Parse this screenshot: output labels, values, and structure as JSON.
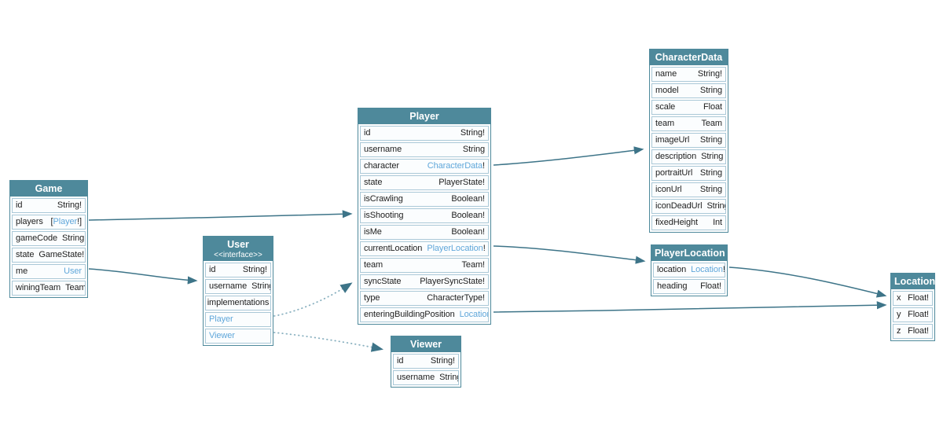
{
  "colors": {
    "header_bg": "#4e899b",
    "row_bg": "#fbfdfe",
    "row_border": "#aac8d7",
    "link_blue": "#60a7da",
    "edge_solid": "#3d7488",
    "edge_dotted": "#8ab1c0",
    "text": "#1e1e1e",
    "background": "#ffffff"
  },
  "tables": [
    {
      "title": "Game",
      "fields": [
        {
          "name": "id",
          "type": "String!"
        },
        {
          "name": "players",
          "type_pre": "[",
          "type_link": "Player",
          "type_post": "!]"
        },
        {
          "name": "gameCode",
          "type": "String!"
        },
        {
          "name": "state",
          "type": "GameState!"
        },
        {
          "name": "me",
          "type_link": "User"
        },
        {
          "name": "winingTeam",
          "type": "Team"
        }
      ]
    },
    {
      "title": "User",
      "subtitle": "<<interface>>",
      "fields": [
        {
          "name": "id",
          "type": "String!"
        },
        {
          "name": "username",
          "type": "String"
        },
        {
          "section": "implementations"
        },
        {
          "link_row": "Player"
        },
        {
          "link_row": "Viewer"
        }
      ]
    },
    {
      "title": "Player",
      "fields": [
        {
          "name": "id",
          "type": "String!"
        },
        {
          "name": "username",
          "type": "String"
        },
        {
          "name": "character",
          "type_link": "CharacterData",
          "type_post": "!"
        },
        {
          "name": "state",
          "type": "PlayerState!"
        },
        {
          "name": "isCrawling",
          "type": "Boolean!"
        },
        {
          "name": "isShooting",
          "type": "Boolean!"
        },
        {
          "name": "isMe",
          "type": "Boolean!"
        },
        {
          "name": "currentLocation",
          "type_link": "PlayerLocation",
          "type_post": "!"
        },
        {
          "name": "team",
          "type": "Team!"
        },
        {
          "name": "syncState",
          "type": "PlayerSyncState!"
        },
        {
          "name": "type",
          "type": "CharacterType!"
        },
        {
          "name": "enteringBuildingPosition",
          "type_link": "Location"
        }
      ]
    },
    {
      "title": "Viewer",
      "fields": [
        {
          "name": "id",
          "type": "String!"
        },
        {
          "name": "username",
          "type": "String"
        }
      ]
    },
    {
      "title": "CharacterData",
      "fields": [
        {
          "name": "name",
          "type": "String!"
        },
        {
          "name": "model",
          "type": "String"
        },
        {
          "name": "scale",
          "type": "Float"
        },
        {
          "name": "team",
          "type": "Team"
        },
        {
          "name": "imageUrl",
          "type": "String"
        },
        {
          "name": "description",
          "type": "String"
        },
        {
          "name": "portraitUrl",
          "type": "String"
        },
        {
          "name": "iconUrl",
          "type": "String"
        },
        {
          "name": "iconDeadUrl",
          "type": "String"
        },
        {
          "name": "fixedHeight",
          "type": "Int"
        }
      ]
    },
    {
      "title": "PlayerLocation",
      "fields": [
        {
          "name": "location",
          "type_link": "Location",
          "type_post": "!"
        },
        {
          "name": "heading",
          "type": "Float!"
        }
      ]
    },
    {
      "title": "Location",
      "fields": [
        {
          "name": "x",
          "type": "Float!"
        },
        {
          "name": "y",
          "type": "Float!"
        },
        {
          "name": "z",
          "type": "Float!"
        }
      ]
    }
  ],
  "edges": [
    {
      "from": "Game.players",
      "to": "Player",
      "style": "solid"
    },
    {
      "from": "Game.me",
      "to": "User",
      "style": "solid"
    },
    {
      "from": "User.Player",
      "to": "Player",
      "style": "dotted"
    },
    {
      "from": "User.Viewer",
      "to": "Viewer",
      "style": "dotted"
    },
    {
      "from": "Player.character",
      "to": "CharacterData",
      "style": "solid"
    },
    {
      "from": "Player.currentLocation",
      "to": "PlayerLocation",
      "style": "solid"
    },
    {
      "from": "Player.enteringBuildingPosition",
      "to": "Location",
      "style": "solid"
    },
    {
      "from": "PlayerLocation.location",
      "to": "Location",
      "style": "solid"
    }
  ]
}
